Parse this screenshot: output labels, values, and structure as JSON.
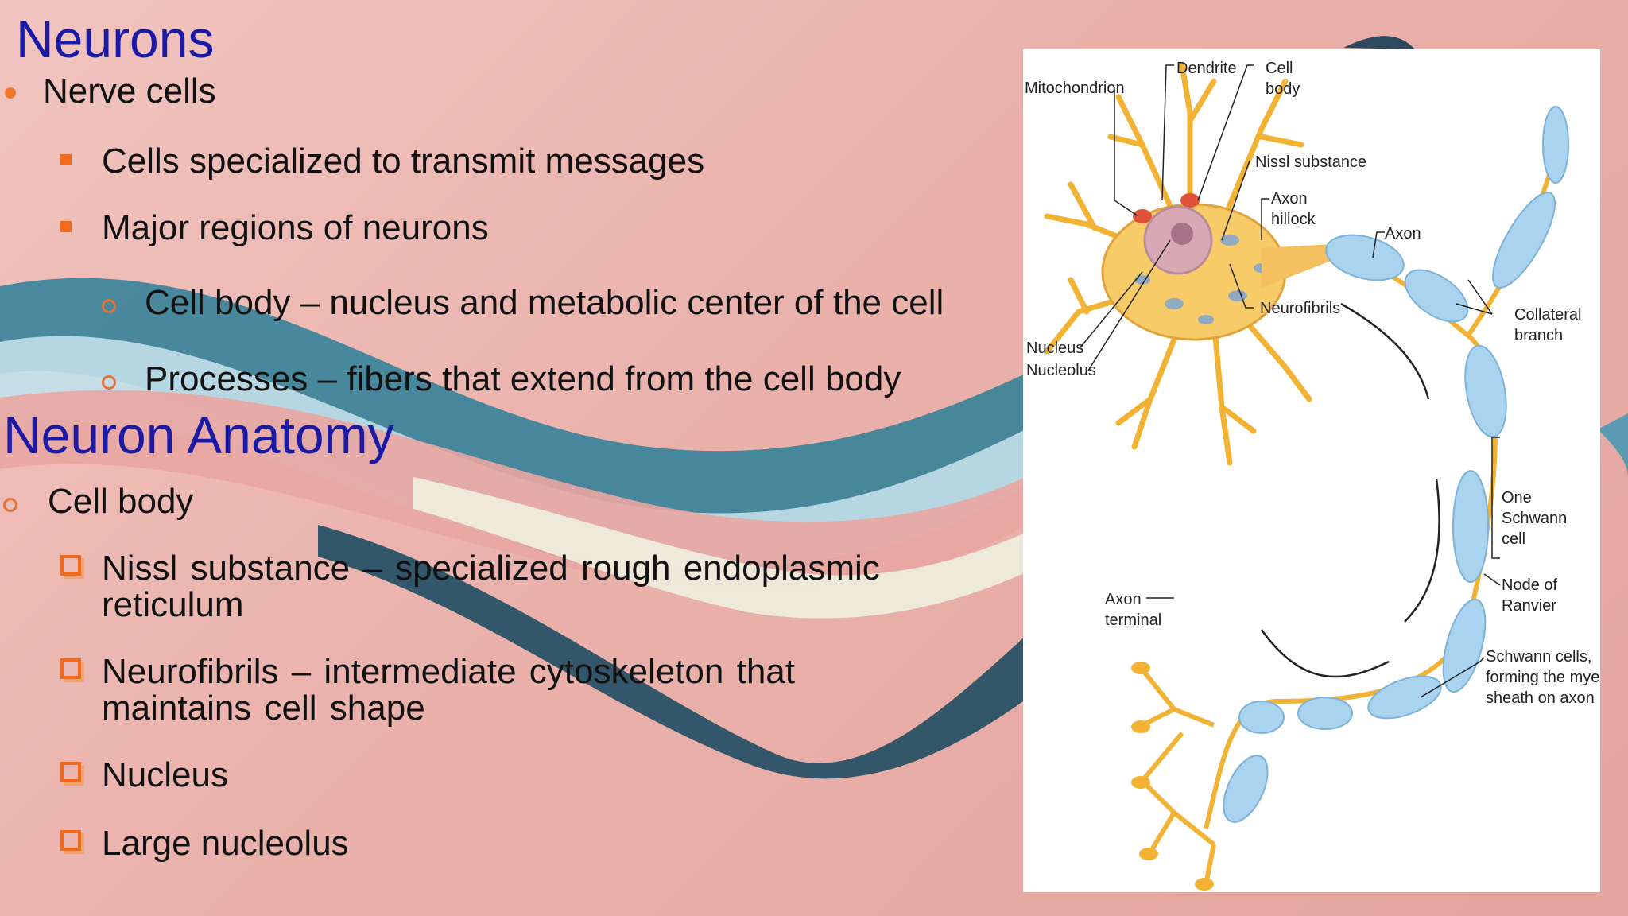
{
  "slide": {
    "title1": "Neurons",
    "l1": "Nerve cells",
    "l1_subs": [
      "Cells specialized to transmit messages",
      "Major regions of neurons"
    ],
    "l2_subs": [
      "Cell body – nucleus and metabolic center of the cell",
      "Processes – fibers that extend from the cell body"
    ],
    "title2": "Neuron Anatomy",
    "cell_body": "Cell body",
    "items": [
      "Nissl  substance – specialized  rough endoplasmic reticulum",
      "Neurofibrils –  intermediate  cytoskeleton  that maintains  cell shape",
      "Nucleus",
      "Large  nucleolus"
    ]
  },
  "diagram": {
    "labels": {
      "mitochondrion": "Mitochondrion",
      "dendrite": "Dendrite",
      "cell_body_1": "Cell",
      "cell_body_2": "body",
      "nissl": "Nissl substance",
      "axon_hillock_1": "Axon",
      "axon_hillock_2": "hillock",
      "axon": "Axon",
      "neurofibrils": "Neurofibrils",
      "collateral_1": "Collateral",
      "collateral_2": "branch",
      "nucleus": "Nucleus",
      "nucleolus": "Nucleolus",
      "one_schwann_1": "One",
      "one_schwann_2": "Schwann",
      "one_schwann_3": "cell",
      "node_1": "Node of",
      "node_2": "Ranvier",
      "axon_terminal_1": "Axon",
      "axon_terminal_2": "terminal",
      "schwann_1": "Schwann cells,",
      "schwann_2": "forming the myelin",
      "schwann_3": "sheath on axon"
    }
  },
  "colors": {
    "title": "#1a1aa6",
    "bullet": "#f56a1c",
    "myelin": "#a9d3ee",
    "axon": "#f2b233"
  }
}
